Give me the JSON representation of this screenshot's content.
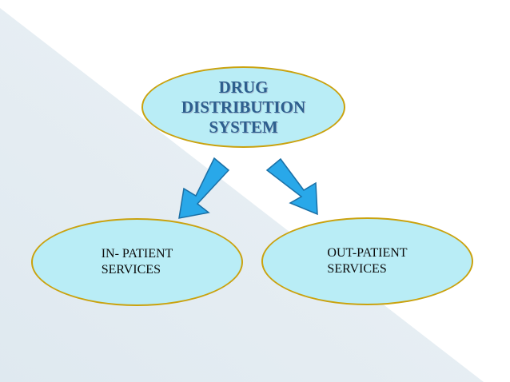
{
  "diagram": {
    "root": {
      "label": "DRUG\nDISTRIBUTION\nSYSTEM"
    },
    "children": [
      {
        "label": "IN- PATIENT\n  SERVICES"
      },
      {
        "label": "OUT-PATIENT\nSERVICES"
      }
    ]
  },
  "colors": {
    "node_fill": "#b9edf6",
    "node_border": "#caa20e",
    "arrow": "#29a8e9",
    "root_text": "#2d5f8e",
    "background_shade": "#e3edf3"
  }
}
